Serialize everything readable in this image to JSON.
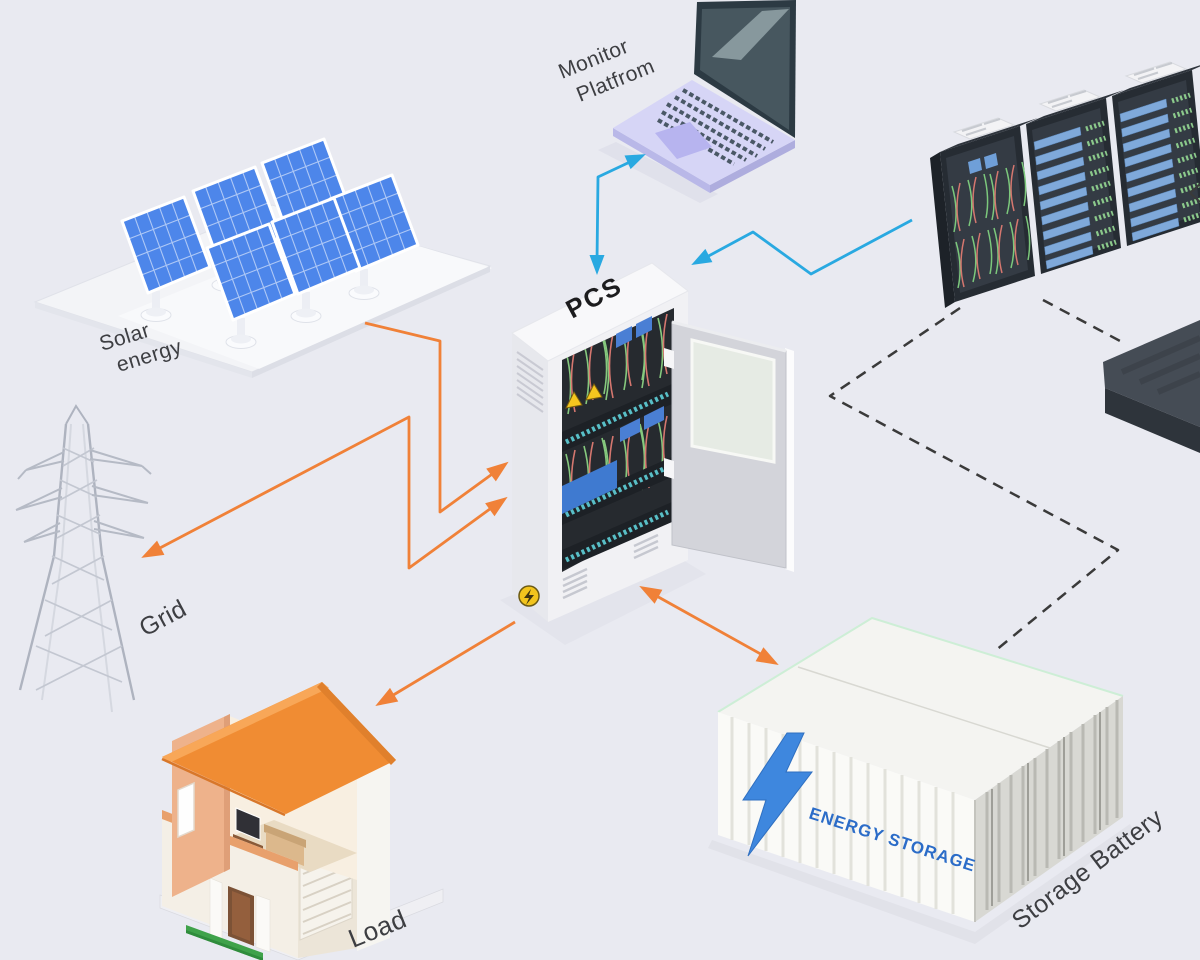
{
  "labels": {
    "solar": {
      "line1": "Solar",
      "line2": "energy"
    },
    "monitor": {
      "line1": "Monitor",
      "line2": "Platfrom"
    },
    "grid": "Grid",
    "load": "Load",
    "pcs": "PCS",
    "storage_marking": "ENERGY STORAGE",
    "storage": "Storage Battery"
  },
  "nodes": [
    {
      "id": "solar-energy",
      "label": "Solar energy",
      "kind": "solar panel array"
    },
    {
      "id": "monitor-platform",
      "label": "Monitor Platfrom",
      "kind": "laptop"
    },
    {
      "id": "server-racks",
      "label": "",
      "kind": "server rack row"
    },
    {
      "id": "pcs",
      "label": "PCS",
      "kind": "power conversion system cabinet"
    },
    {
      "id": "grid",
      "label": "Grid",
      "kind": "transmission tower"
    },
    {
      "id": "load",
      "label": "Load",
      "kind": "house"
    },
    {
      "id": "storage-battery",
      "label": "Storage Battery",
      "kind": "container",
      "marking": "ENERGY STORAGE"
    },
    {
      "id": "side-platform",
      "label": "",
      "kind": "dark platform"
    }
  ],
  "connections": [
    {
      "from": "solar-energy",
      "to": "pcs",
      "color": "#f08138",
      "style": "solid",
      "arrows": "to"
    },
    {
      "from": "grid",
      "to": "pcs",
      "color": "#f08138",
      "style": "solid",
      "arrows": "both"
    },
    {
      "from": "pcs",
      "to": "load",
      "color": "#f08138",
      "style": "solid",
      "arrows": "to"
    },
    {
      "from": "pcs",
      "to": "storage-battery",
      "color": "#f08138",
      "style": "solid",
      "arrows": "both"
    },
    {
      "from": "pcs",
      "to": "monitor-platform",
      "color": "#29a9e1",
      "style": "solid",
      "arrows": "both"
    },
    {
      "from": "server-racks",
      "to": "pcs",
      "color": "#29a9e1",
      "style": "solid",
      "arrows": "to"
    },
    {
      "from": "server-racks",
      "to": "storage-battery",
      "color": "#3a3a3a",
      "style": "dashed",
      "arrows": "none"
    },
    {
      "from": "server-racks",
      "to": "side-platform",
      "color": "#3a3a3a",
      "style": "dashed",
      "arrows": "none"
    }
  ],
  "palette": {
    "background": "#e9eaf1",
    "orange_arrow": "#f08138",
    "blue_arrow": "#29a9e1",
    "dashed_line": "#3a3a3a",
    "solar_panel": "#4d86ea",
    "roof": "#f08c33",
    "container_bolt": "#3e87de",
    "container_text": "#2b6cc8"
  }
}
